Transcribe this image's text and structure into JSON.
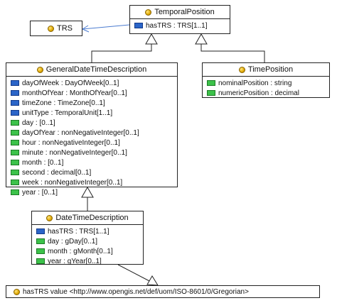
{
  "classes": {
    "temporal_position": {
      "name": "TemporalPosition",
      "attrs": [
        {
          "text": "hasTRS : TRS[1..1]",
          "color": "blue"
        }
      ]
    },
    "trs": {
      "name": "TRS"
    },
    "general": {
      "name": "GeneralDateTimeDescription",
      "attrs": [
        {
          "text": "dayOfWeek : DayOfWeek[0..1]",
          "color": "blue"
        },
        {
          "text": "monthOfYear : MonthOfYear[0..1]",
          "color": "blue"
        },
        {
          "text": "timeZone : TimeZone[0..1]",
          "color": "blue"
        },
        {
          "text": "unitType : TemporalUnit[1..1]",
          "color": "blue"
        },
        {
          "text": "day : [0..1]",
          "color": "green"
        },
        {
          "text": "dayOfYear : nonNegativeInteger[0..1]",
          "color": "green"
        },
        {
          "text": "hour : nonNegativeInteger[0..1]",
          "color": "green"
        },
        {
          "text": "minute : nonNegativeInteger[0..1]",
          "color": "green"
        },
        {
          "text": "month : [0..1]",
          "color": "green"
        },
        {
          "text": "second : decimal[0..1]",
          "color": "green"
        },
        {
          "text": "week : nonNegativeInteger[0..1]",
          "color": "green"
        },
        {
          "text": "year : [0..1]",
          "color": "green"
        }
      ]
    },
    "time_position": {
      "name": "TimePosition",
      "attrs": [
        {
          "text": "nominalPosition : string",
          "color": "green"
        },
        {
          "text": "numericPosition : decimal",
          "color": "green"
        }
      ]
    },
    "datetime_desc": {
      "name": "DateTimeDescription",
      "attrs": [
        {
          "text": "hasTRS : TRS[1..1]",
          "color": "blue"
        },
        {
          "text": "day : gDay[0..1]",
          "color": "green"
        },
        {
          "text": "month : gMonth[0..1]",
          "color": "green"
        },
        {
          "text": "year : gYear[0..1]",
          "color": "green"
        }
      ]
    },
    "restriction": {
      "text": "hasTRS value <http://www.opengis.net/def/uom/ISO-8601/0/Gregorian>"
    }
  },
  "colors": {
    "blue": "#2b65c8",
    "green": "#3cc24a",
    "line": "#222222",
    "assoc": "#4a7bd0"
  }
}
